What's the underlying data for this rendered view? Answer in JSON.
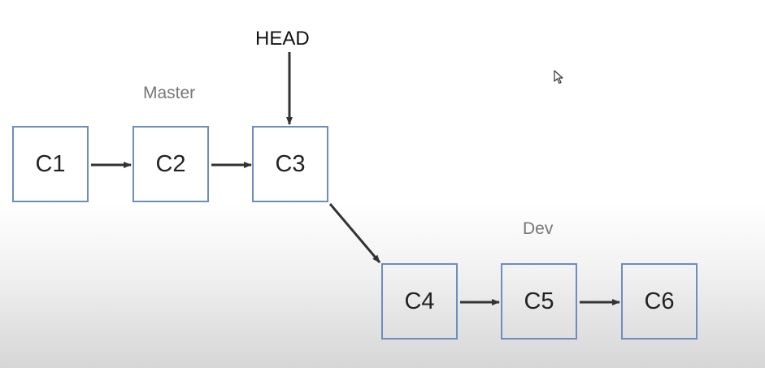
{
  "diagram": {
    "head_label": "HEAD",
    "branches": {
      "master": "Master",
      "dev": "Dev"
    },
    "commits": [
      {
        "id": "c1",
        "label": "C1"
      },
      {
        "id": "c2",
        "label": "C2"
      },
      {
        "id": "c3",
        "label": "C3"
      },
      {
        "id": "c4",
        "label": "C4"
      },
      {
        "id": "c5",
        "label": "C5"
      },
      {
        "id": "c6",
        "label": "C6"
      }
    ],
    "edges": [
      {
        "from": "c1",
        "to": "c2"
      },
      {
        "from": "c2",
        "to": "c3"
      },
      {
        "from": "c3",
        "to": "c4"
      },
      {
        "from": "c4",
        "to": "c5"
      },
      {
        "from": "c5",
        "to": "c6"
      }
    ],
    "colors": {
      "node_border": "#6c8ebf",
      "arrow": "#333333"
    }
  }
}
